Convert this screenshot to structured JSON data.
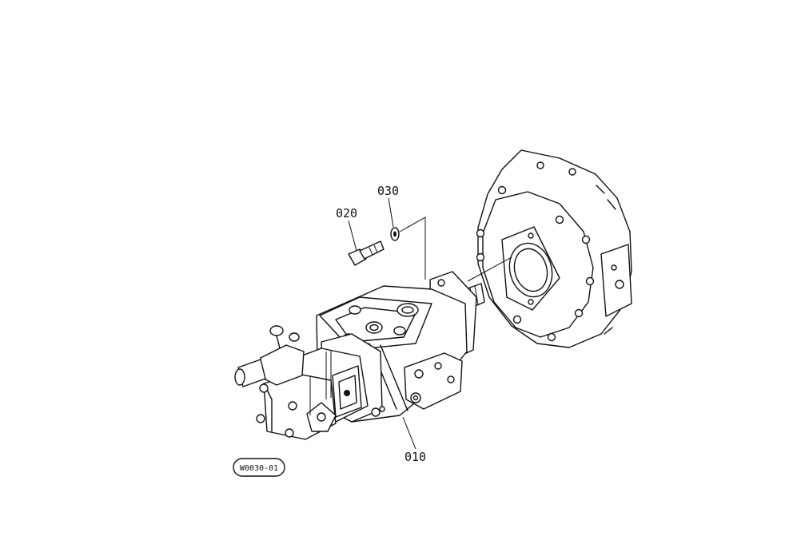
{
  "callouts": {
    "part_010": "010",
    "part_020": "020",
    "part_030": "030"
  },
  "figure_code": "W0030-01"
}
